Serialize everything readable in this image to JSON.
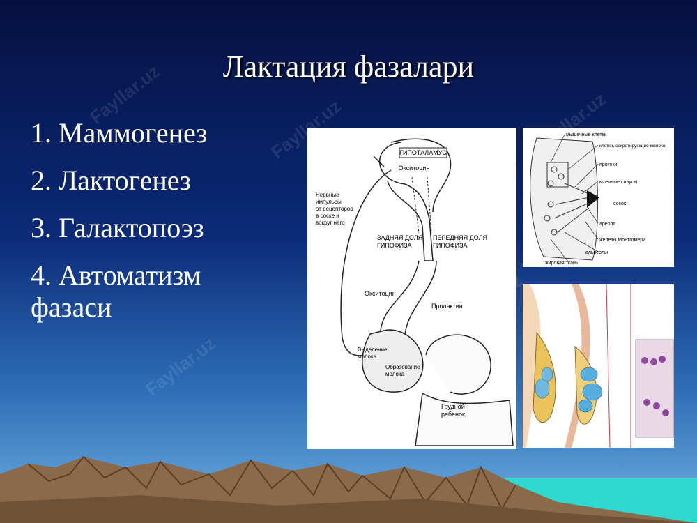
{
  "slide": {
    "title": "Лактация фазалари",
    "items": [
      "1. Маммогенез",
      "2. Лактогенез",
      "3. Галактопоэз",
      "4. Автоматизм фазаси"
    ]
  },
  "diagram_main": {
    "hypothalamus": "ГИПОТАЛАМУС",
    "oxytocin_top": "Окситоцин",
    "nerve_l1": "Нервные",
    "nerve_l2": "импульсы",
    "nerve_l3": "от рецепторов",
    "nerve_l4": "в соске и",
    "nerve_l5": "вокруг него",
    "posterior_l1": "ЗАДНЯЯ ДОЛЯ",
    "posterior_l2": "ГИПОФИЗА",
    "anterior_l1": "ПЕРЕДНЯЯ ДОЛЯ",
    "anterior_l2": "ГИПОФИЗА",
    "oxytocin_mid": "Окситоцин",
    "prolactin": "Пролактин",
    "ejection_l1": "Выделение",
    "ejection_l2": "молока",
    "formation_l1": "Образование",
    "formation_l2": "молока",
    "infant_l1": "Грудной",
    "infant_l2": "ребенок"
  },
  "diagram_anatomy": {
    "muscle_cells": "мышечные клетки",
    "secreting_cells": "клетки, секретирующие молоко",
    "ducts": "протоки",
    "milk_sinuses": "млечные синусы",
    "nipple": "сосок",
    "areola": "ареола",
    "montgomery": "железы Монтгомери",
    "alveoli": "альвеолы",
    "fat_tissue": "жировая ткань"
  },
  "colors": {
    "bg_top": "#061040",
    "bg_bottom": "#6fb2e2",
    "title_text": "#ffffff",
    "mountain": "#8a6a4a",
    "sea": "#2fd8d0"
  }
}
